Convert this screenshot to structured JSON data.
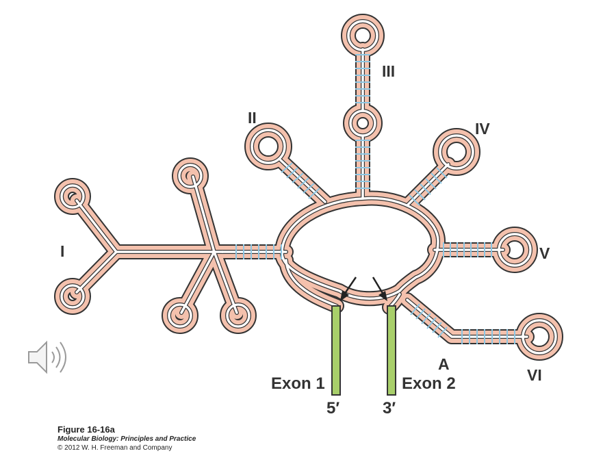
{
  "domains": {
    "I": "I",
    "II": "II",
    "III": "III",
    "IV": "IV",
    "V": "V",
    "VI": "VI"
  },
  "branch_point": "A",
  "exons": {
    "left": {
      "name": "Exon 1",
      "end": "5′"
    },
    "right": {
      "name": "Exon 2",
      "end": "3′"
    }
  },
  "caption": {
    "figure": "Figure 16-16a",
    "book": "Molecular Biology: Principles and Practice",
    "copyright": "© 2012 W. H. Freeman and Company"
  },
  "colors": {
    "rna_fill": "#f4c1ad",
    "rna_outline": "#333333",
    "base_pairs": "#8cc7e4",
    "exon": "#a8cf6a",
    "arrow": "#222222"
  },
  "audio_icon": "speaker-icon"
}
